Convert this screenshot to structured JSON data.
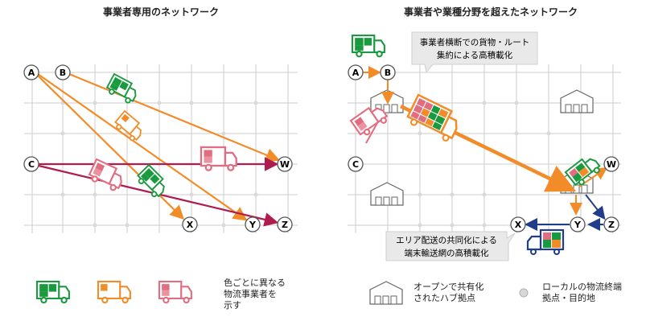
{
  "left_panel": {
    "title": "事業者専用のネットワーク"
  },
  "right_panel": {
    "title": "事業者や業種分野を超えたネットワーク",
    "callout_top": [
      "事業者横断での貨物・ルート",
      "集約による高積載化"
    ],
    "callout_bottom": [
      "エリア配送の共同化による",
      "端末輸送網の高積載化"
    ]
  },
  "nodes": {
    "a": "A",
    "b": "B",
    "c": "C",
    "w": "W",
    "x": "X",
    "y": "Y",
    "z": "Z"
  },
  "legend": {
    "trucks_text": [
      "色ごとに異なる",
      "物流事業者を",
      "示す"
    ],
    "hub_text": [
      "オープンで共有化",
      "されたハブ拠点"
    ],
    "point_text": [
      "ローカルの物流終端",
      "拠点・目的地"
    ]
  },
  "colors": {
    "green": "#1a9a3e",
    "orange": "#f28c28",
    "pink": "#e36d80",
    "crimson": "#b01c4f",
    "navy": "#1f3d8a",
    "grid": "#cccccc"
  }
}
